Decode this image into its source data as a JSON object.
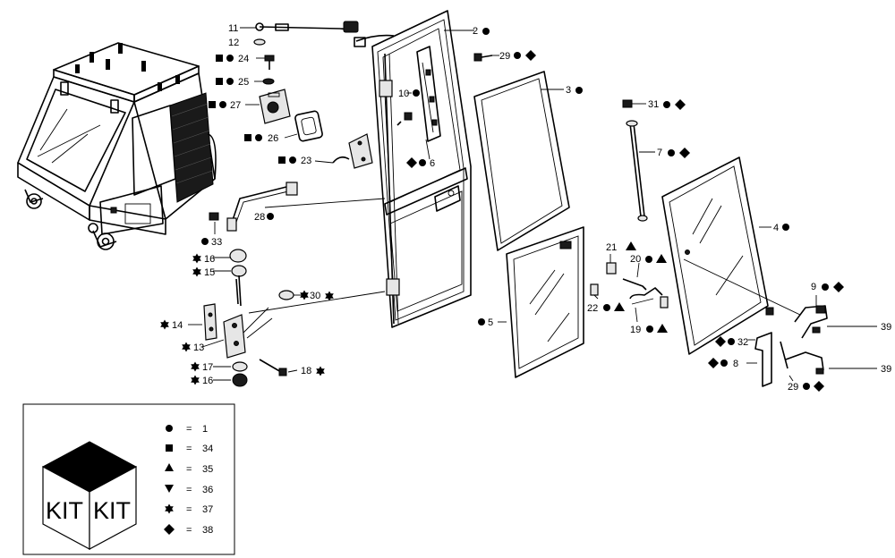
{
  "callouts": {
    "c2": "2",
    "c3": "3",
    "c4": "4",
    "c5": "5",
    "c6": "6",
    "c7": "7",
    "c8": "8",
    "c9": "9",
    "c10": "10",
    "c11": "11",
    "c12": "12",
    "c13": "13",
    "c14": "14",
    "c15": "15",
    "c16a": "16",
    "c16b": "16",
    "c17": "17",
    "c18": "18",
    "c19": "19",
    "c20": "20",
    "c21": "21",
    "c22": "22",
    "c23": "23",
    "c24": "24",
    "c25": "25",
    "c26": "26",
    "c27": "27",
    "c28": "28",
    "c29a": "29",
    "c29b": "29",
    "c30": "30",
    "c31": "31",
    "c32": "32",
    "c33": "33",
    "c39a": "39",
    "c39b": "39"
  },
  "legend": {
    "eq": "=",
    "items": [
      {
        "symbol": "circle-icon",
        "value": "1"
      },
      {
        "symbol": "square-icon",
        "value": "34"
      },
      {
        "symbol": "triangle-up-icon",
        "value": "35"
      },
      {
        "symbol": "triangle-down-icon",
        "value": "36"
      },
      {
        "symbol": "star-icon",
        "value": "37"
      },
      {
        "symbol": "diamond-icon",
        "value": "38"
      }
    ],
    "kit_left": "KIT",
    "kit_right": "KIT"
  }
}
